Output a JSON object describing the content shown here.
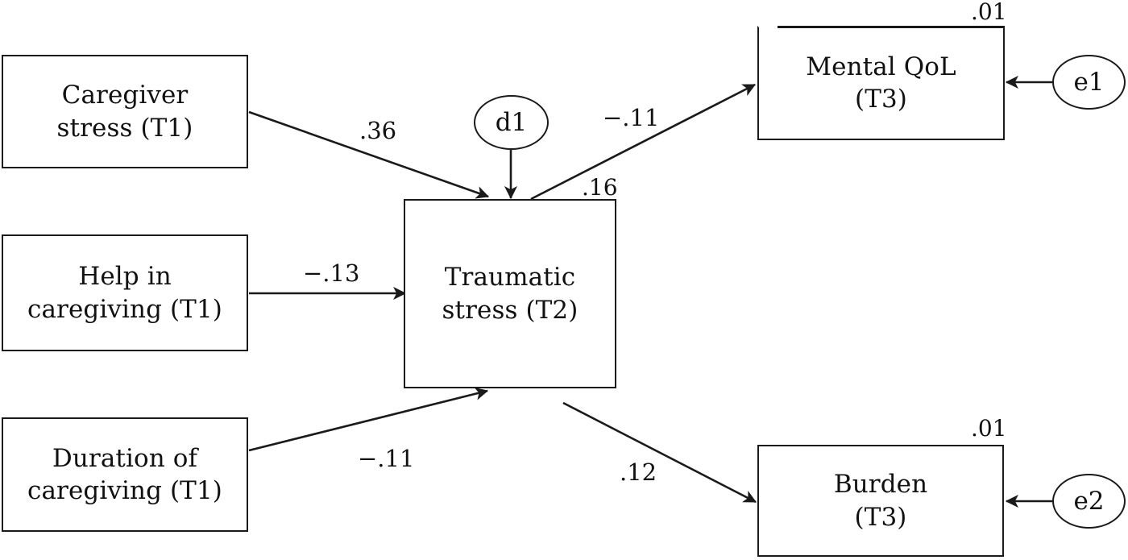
{
  "figure": {
    "type": "path-diagram",
    "background_color": "#ffffff",
    "line_color": "#1a1a1a",
    "text_color": "#111111"
  },
  "nodes": {
    "caregiver_stress": {
      "label": "Caregiver\nstress (T1)"
    },
    "help_caregiving": {
      "label": "Help in\ncaregiving (T1)"
    },
    "duration_caregiving": {
      "label": "Duration of\ncaregiving (T1)"
    },
    "traumatic_stress": {
      "label": "Traumatic\nstress (T2)"
    },
    "mental_qol": {
      "label": "Mental QoL\n(T3)"
    },
    "burden": {
      "label": "Burden\n(T3)"
    }
  },
  "disturbances": {
    "d1": {
      "label": "d1"
    },
    "e1": {
      "label": "e1"
    },
    "e2": {
      "label": "e2"
    }
  },
  "paths": [
    {
      "name": "caregiver-stress-to-traumatic-stress",
      "from": "caregiver_stress",
      "to": "traumatic_stress",
      "coefficient": ".36"
    },
    {
      "name": "help-caregiving-to-traumatic-stress",
      "from": "help_caregiving",
      "to": "traumatic_stress",
      "coefficient": "−.13"
    },
    {
      "name": "duration-caregiving-to-traumatic-stress",
      "from": "duration_caregiving",
      "to": "traumatic_stress",
      "coefficient": "−.11"
    },
    {
      "name": "traumatic-stress-to-mental-qol",
      "from": "traumatic_stress",
      "to": "mental_qol",
      "coefficient": "−.11"
    },
    {
      "name": "traumatic-stress-to-burden",
      "from": "traumatic_stress",
      "to": "burden",
      "coefficient": ".12"
    }
  ],
  "variance_labels": {
    "traumatic_stress_r2": ".16",
    "mental_qol_r2": ".01",
    "burden_r2": ".01"
  },
  "chart_data": {
    "type": "diagram",
    "title": "",
    "nodes": [
      {
        "id": "caregiver_stress",
        "label": "Caregiver stress (T1)",
        "role": "exogenous-predictor"
      },
      {
        "id": "help_caregiving",
        "label": "Help in caregiving (T1)",
        "role": "exogenous-predictor"
      },
      {
        "id": "duration_caregiving",
        "label": "Duration of caregiving (T1)",
        "role": "exogenous-predictor"
      },
      {
        "id": "traumatic_stress",
        "label": "Traumatic stress (T2)",
        "role": "mediator"
      },
      {
        "id": "mental_qol",
        "label": "Mental QoL (T3)",
        "role": "outcome"
      },
      {
        "id": "burden",
        "label": "Burden (T3)",
        "role": "outcome"
      },
      {
        "id": "d1",
        "label": "d1",
        "role": "disturbance"
      },
      {
        "id": "e1",
        "label": "e1",
        "role": "error"
      },
      {
        "id": "e2",
        "label": "e2",
        "role": "error"
      }
    ],
    "edges": [
      {
        "source": "caregiver_stress",
        "target": "traumatic_stress",
        "value": 0.36,
        "label": ".36"
      },
      {
        "source": "help_caregiving",
        "target": "traumatic_stress",
        "value": -0.13,
        "label": "−.13"
      },
      {
        "source": "duration_caregiving",
        "target": "traumatic_stress",
        "value": -0.11,
        "label": "−.11"
      },
      {
        "source": "traumatic_stress",
        "target": "mental_qol",
        "value": -0.11,
        "label": "−.11"
      },
      {
        "source": "traumatic_stress",
        "target": "burden",
        "value": 0.12,
        "label": ".12"
      },
      {
        "source": "d1",
        "target": "traumatic_stress",
        "value": null,
        "label": ""
      },
      {
        "source": "e1",
        "target": "mental_qol",
        "value": null,
        "label": ""
      },
      {
        "source": "e2",
        "target": "burden",
        "value": null,
        "label": ""
      }
    ],
    "explained_variance": [
      {
        "node": "traumatic_stress",
        "r_squared": 0.16,
        "label": ".16"
      },
      {
        "node": "mental_qol",
        "r_squared": 0.01,
        "label": ".01"
      },
      {
        "node": "burden",
        "r_squared": 0.01,
        "label": ".01"
      }
    ]
  }
}
